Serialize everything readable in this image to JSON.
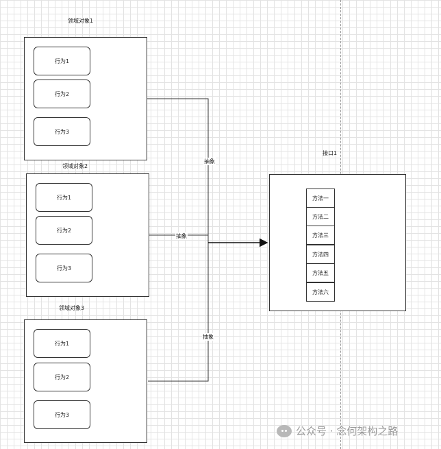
{
  "domain_objects": [
    {
      "title": "领域对象1",
      "behaviors": [
        "行为1",
        "行为2",
        "行为3"
      ]
    },
    {
      "title": "领域对象2",
      "behaviors": [
        "行为1",
        "行为2",
        "行为3"
      ]
    },
    {
      "title": "领域对象3",
      "behaviors": [
        "行为1",
        "行为2",
        "行为3"
      ]
    }
  ],
  "interface": {
    "title": "接口1",
    "methods": [
      "方法一",
      "方法二",
      "方法三",
      "方法四",
      "方法五",
      "方法六"
    ]
  },
  "edge_labels": [
    "抽象",
    "抽象",
    "抽象"
  ],
  "watermark": {
    "text": "公众号 · 念何架构之路"
  }
}
